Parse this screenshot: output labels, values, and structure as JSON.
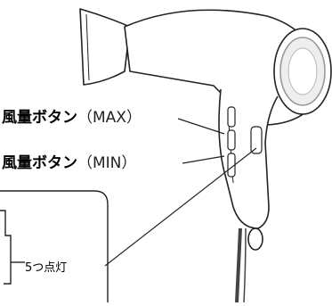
{
  "labels": {
    "max_button": {
      "main": "風量ボタン",
      "suffix": "（MAX）"
    },
    "min_button": {
      "main": "風量ボタン",
      "suffix": "（MIN）"
    },
    "five_lights": "5つ点灯"
  },
  "colors": {
    "line": "#222222",
    "grille": "#b8b8b8",
    "cord": "#444444"
  }
}
